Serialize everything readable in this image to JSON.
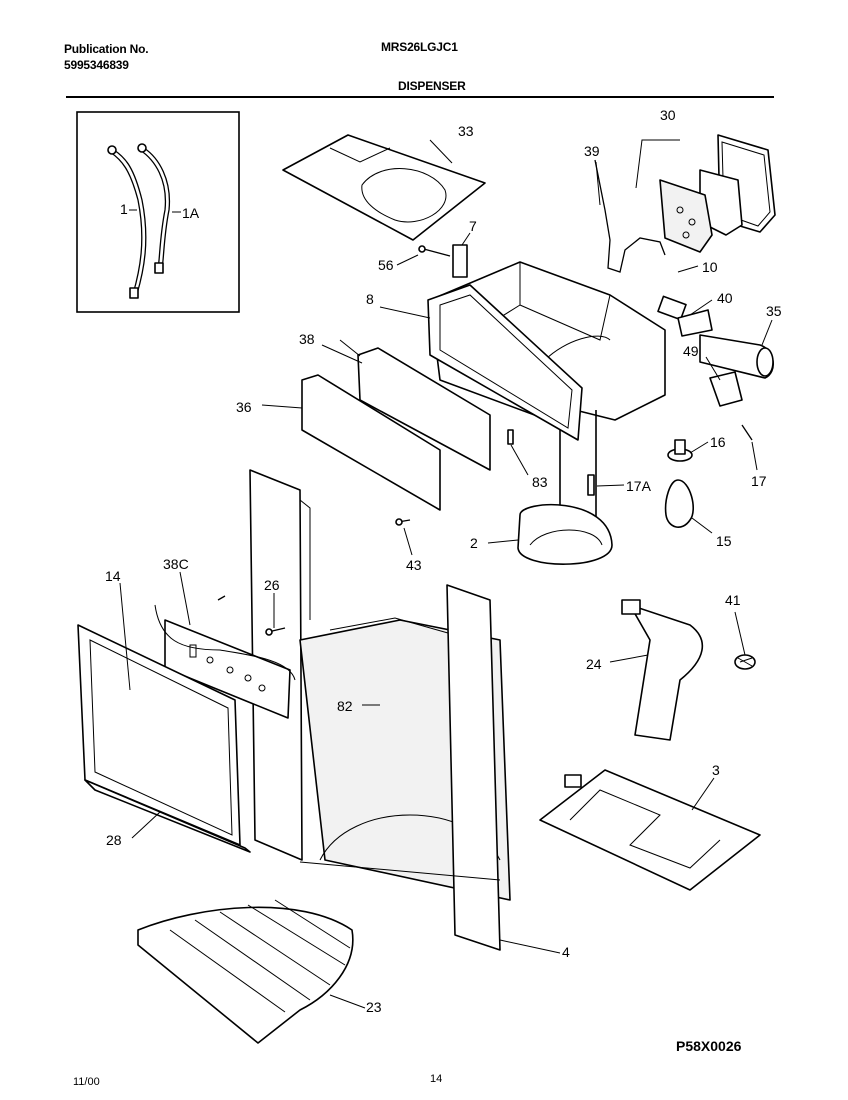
{
  "header": {
    "publication_label": "Publication No.",
    "publication_number": "5995346839",
    "model": "MRS26LGJC1",
    "section": "DISPENSER"
  },
  "diagram_code": "P58X0026",
  "footer": {
    "date": "11/00",
    "page": "14"
  },
  "callouts": [
    "1",
    "1A",
    "33",
    "30",
    "39",
    "7",
    "56",
    "10",
    "8",
    "40",
    "35",
    "38",
    "49",
    "36",
    "16",
    "83",
    "17A",
    "17",
    "2",
    "15",
    "43",
    "14",
    "38C",
    "26",
    "41",
    "24",
    "82",
    "3",
    "28",
    "4",
    "23"
  ]
}
